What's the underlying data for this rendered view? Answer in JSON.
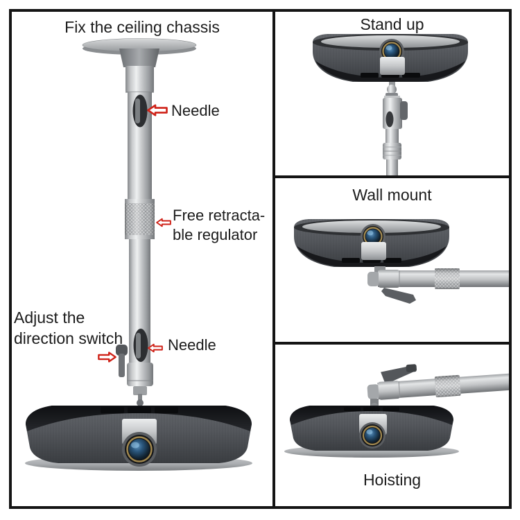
{
  "main_panel": {
    "title": "Fix the ceiling chassis",
    "labels": {
      "needle_top": "Needle",
      "regulator_line1": "Free retracta-",
      "regulator_line2": "ble regulator",
      "adjust_line1": "Adjust the",
      "adjust_line2": "direction switch",
      "needle_bottom": "Needle"
    }
  },
  "side_panels": [
    {
      "title": "Stand up"
    },
    {
      "title": "Wall mount"
    },
    {
      "title": "Hoisting"
    }
  ],
  "colors": {
    "arrow_red": "#cf2218",
    "text": "#1b1b1b",
    "panel_border": "#141414",
    "background": "#ffffff"
  }
}
